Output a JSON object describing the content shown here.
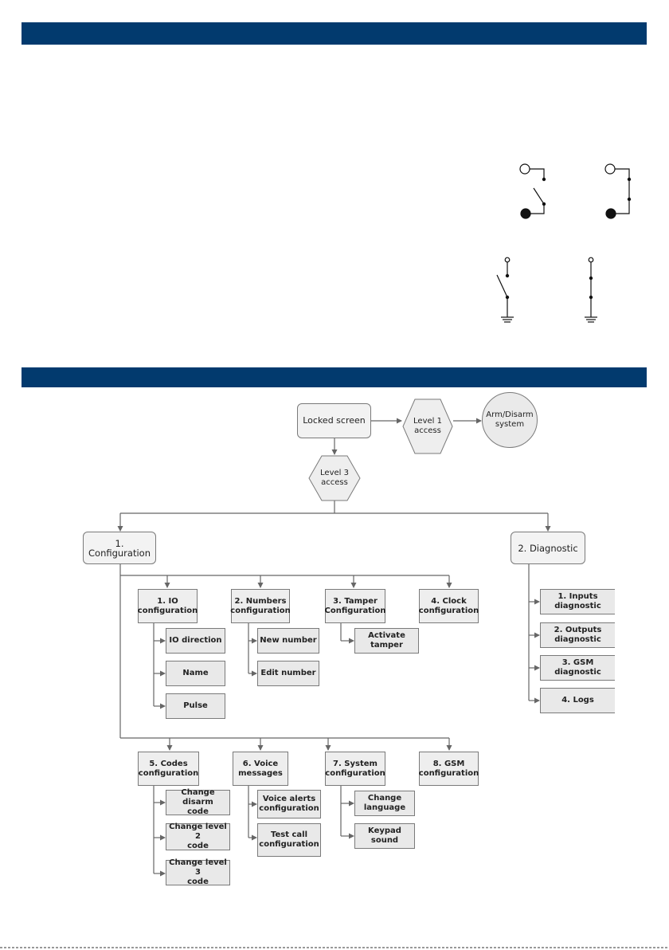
{
  "colors": {
    "header_band": "#023a6e",
    "node_fill": "#eeeeee",
    "node_border": "#7a7a7a",
    "line": "#666666"
  },
  "top_flow": {
    "locked_screen": "Locked screen",
    "level1_access": "Level 1\naccess",
    "arm_disarm": "Arm/Disarm\nsystem",
    "level3_access": "Level 3\naccess"
  },
  "configuration": {
    "label": "1. Configuration",
    "io": {
      "label": "1. IO\nconfiguration",
      "children": [
        "IO direction",
        "Name",
        "Pulse"
      ]
    },
    "numbers": {
      "label": "2. Numbers\nconfiguration",
      "children": [
        "New number",
        "Edit number"
      ]
    },
    "tamper": {
      "label": "3. Tamper\nConfiguration",
      "children": [
        "Activate\ntamper"
      ]
    },
    "clock": {
      "label": "4. Clock\nconfiguration"
    },
    "codes": {
      "label": "5. Codes\nconfiguration",
      "children": [
        "Change disarm\ncode",
        "Change level 2\ncode",
        "Change level 3\ncode"
      ]
    },
    "voice": {
      "label": "6. Voice\nmessages",
      "children": [
        "Voice alerts\nconfiguration",
        "Test call\nconfiguration"
      ]
    },
    "system": {
      "label": "7. System\nconfiguration",
      "children": [
        "Change\nlanguage",
        "Keypad\nsound"
      ]
    },
    "gsm": {
      "label": "8. GSM\nconfiguration"
    }
  },
  "diagnostic": {
    "label": "2. Diagnostic",
    "children": [
      "1. Inputs\ndiagnostic",
      "2. Outputs\ndiagnostic",
      "3. GSM\ndiagnostic",
      "4. Logs"
    ]
  },
  "icons": [
    "switch-open-circuit-icon",
    "switch-closed-circuit-icon",
    "switch-open-ground-icon",
    "switch-closed-ground-icon"
  ]
}
